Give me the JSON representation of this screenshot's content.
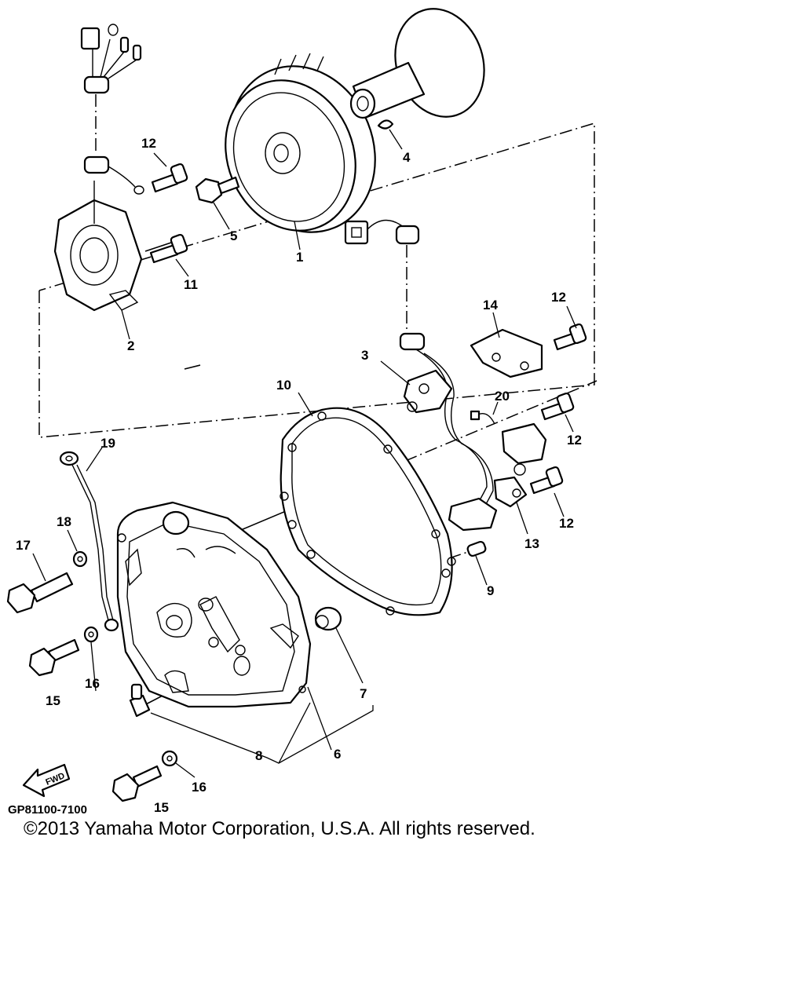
{
  "diagram_code": "GP81100-7100",
  "copyright": "©2013 Yamaha Motor Corporation, U.S.A. All rights reserved.",
  "fwd_label": "FWD",
  "callouts": {
    "c1": "1",
    "c2": "2",
    "c3": "3",
    "c4": "4",
    "c5": "5",
    "c6": "6",
    "c7": "7",
    "c8": "8",
    "c9": "9",
    "c10": "10",
    "c11": "11",
    "c12a": "12",
    "c12b": "12",
    "c12c": "12",
    "c12d": "12",
    "c13": "13",
    "c14": "14",
    "c15a": "15",
    "c15b": "15",
    "c16a": "16",
    "c16b": "16",
    "c17": "17",
    "c18": "18",
    "c19": "19",
    "c20": "20"
  }
}
